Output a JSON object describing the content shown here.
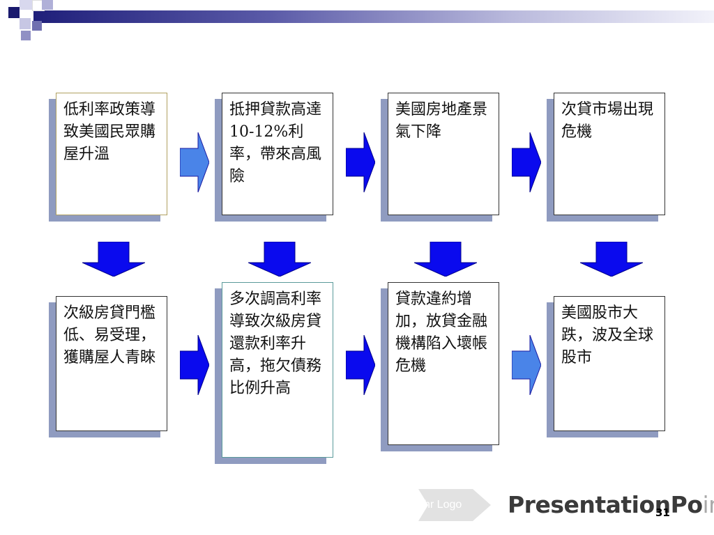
{
  "boxes": [
    {
      "id": "r1c1",
      "text": "低利率政策導致美國民眾購屋升溫"
    },
    {
      "id": "r1c2",
      "text": "抵押貸款高達10-12%利率，帶來高風險"
    },
    {
      "id": "r1c3",
      "text": "美國房地產景氣下降"
    },
    {
      "id": "r1c4",
      "text": "次貸市場出現危機"
    },
    {
      "id": "r2c1",
      "text": "次級房貸門檻低、易受理，獲購屋人青睞"
    },
    {
      "id": "r2c2",
      "text": "多次調高利率導致次級房貸還款利率升高，拖欠債務比例升高"
    },
    {
      "id": "r2c3",
      "text": "貸款違約增加，放貸金融機構陷入壞帳危機"
    },
    {
      "id": "r2c4",
      "text": "美國股市大跌，波及全球股市"
    }
  ],
  "footer": {
    "logo_placeholder": "hr Logo",
    "brand_main": "PresentationPo",
    "brand_tail": "int",
    "page_number": "31"
  },
  "colors": {
    "arrow_blue": "#0a0aee",
    "arrow_light_blue": "#4a84e8",
    "box_shadow": "#8f9bc0"
  }
}
